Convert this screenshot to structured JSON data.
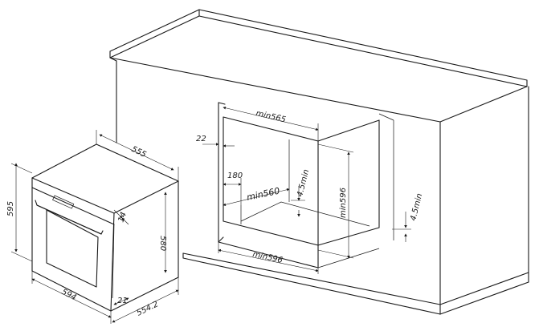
{
  "dimensions": {
    "min565": "min565",
    "d22": "22",
    "d180": "180",
    "min560": "min560",
    "d45a": "4.5min",
    "min596v": "min596",
    "d45b": "4.5min",
    "min596h": "min596",
    "d555": "555",
    "d595": "595",
    "d14": "14",
    "d580": "580",
    "d594": "594",
    "d21": "21",
    "d5542": "554.2"
  }
}
